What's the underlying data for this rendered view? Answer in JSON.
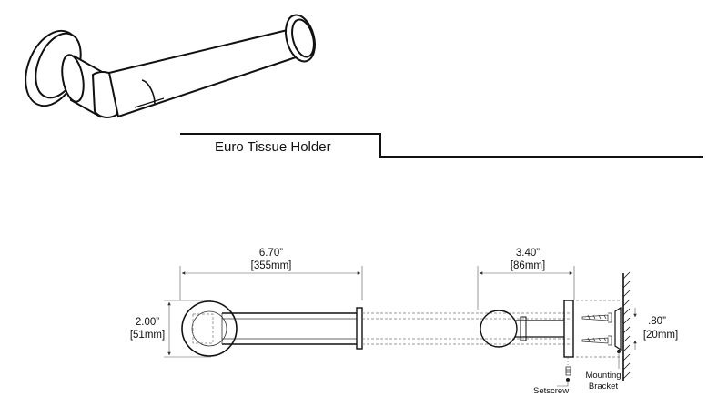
{
  "product": {
    "title": "Euro Tissue Holder"
  },
  "dimensions": {
    "length_in": "6.70”",
    "length_mm": "[355mm]",
    "height_in": "2.00”",
    "height_mm": "[51mm]",
    "projection_in": "3.40”",
    "projection_mm": "[86mm]",
    "flange_in": ".80”",
    "flange_mm": "[20mm]"
  },
  "callouts": {
    "setscrew": "Setscrew",
    "mounting_line1": "Mounting",
    "mounting_line2": "Bracket"
  },
  "colors": {
    "line": "#111111",
    "hidden_line": "#777777",
    "wall_hatch": "#111111"
  }
}
